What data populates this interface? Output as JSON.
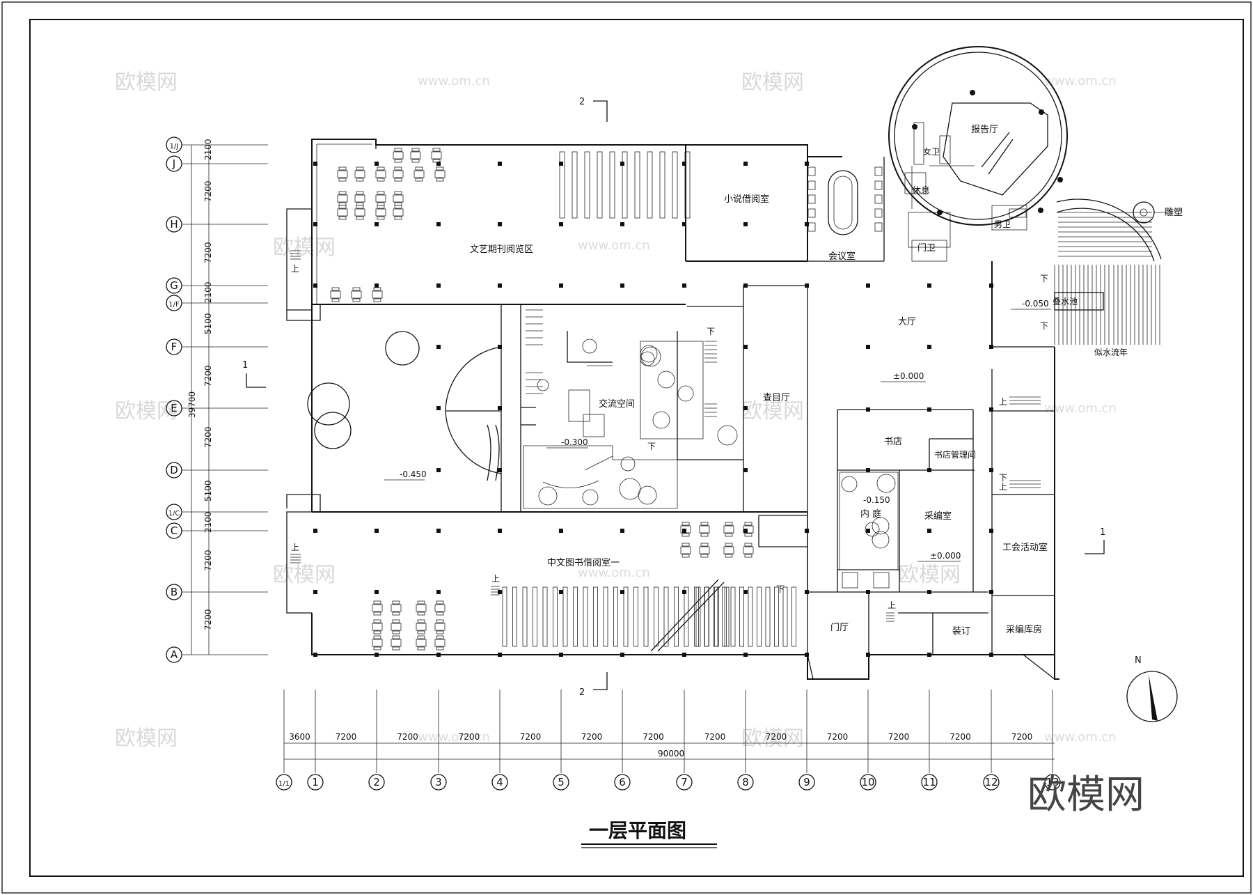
{
  "drawing": {
    "title": "一层平面图",
    "logo": "欧模网",
    "watermarks": [
      "欧模网",
      "www.om.cn"
    ],
    "north": "N",
    "total_dimension": "90000",
    "vertical_total": "39700"
  },
  "rooms": [
    {
      "id": "periodical",
      "name": "文艺期刊阅览区"
    },
    {
      "id": "novel",
      "name": "小说借阅室"
    },
    {
      "id": "meeting",
      "name": "会议室"
    },
    {
      "id": "rest",
      "name": "休息"
    },
    {
      "id": "report",
      "name": "报告厅"
    },
    {
      "id": "women-wc",
      "name": "女卫"
    },
    {
      "id": "men-wc",
      "name": "男卫"
    },
    {
      "id": "guard",
      "name": "门卫"
    },
    {
      "id": "sculpture",
      "name": "雕塑"
    },
    {
      "id": "hall",
      "name": "大厅"
    },
    {
      "id": "exchange",
      "name": "交流空间"
    },
    {
      "id": "catalog",
      "name": "查目厅"
    },
    {
      "id": "bookstore",
      "name": "书店"
    },
    {
      "id": "bookstore-mgmt",
      "name": "书店管理间"
    },
    {
      "id": "courtyard",
      "name": "内 庭"
    },
    {
      "id": "acquisition",
      "name": "采编室"
    },
    {
      "id": "union",
      "name": "工会活动室"
    },
    {
      "id": "chinese-reading",
      "name": "中文图书借阅室一"
    },
    {
      "id": "foyer",
      "name": "门厅"
    },
    {
      "id": "binding",
      "name": "装订"
    },
    {
      "id": "storage",
      "name": "采编库房"
    },
    {
      "id": "pool",
      "name": "叠水池"
    },
    {
      "id": "waterfall",
      "name": "似水流年"
    }
  ],
  "levels": [
    "±0.000",
    "-0.050",
    "-0.300",
    "-0.450",
    "-0.150",
    "±0.000"
  ],
  "stair_marks": {
    "up": "上",
    "down": "下"
  },
  "section_marks": {
    "s1": "1",
    "s2": "2"
  },
  "axes_rows": [
    "1/J",
    "J",
    "H",
    "G",
    "1/F",
    "F",
    "E",
    "D",
    "1/C",
    "C",
    "B",
    "A"
  ],
  "axes_cols": [
    "1/1",
    "1",
    "2",
    "3",
    "4",
    "5",
    "6",
    "7",
    "8",
    "9",
    "10",
    "11",
    "12",
    "13"
  ],
  "dims_rows": [
    "2100",
    "7200",
    "7200",
    "2100",
    "5100",
    "7200",
    "7200",
    "5100",
    "2100",
    "7200",
    "7200"
  ],
  "dims_cols": [
    "3600",
    "7200",
    "7200",
    "7200",
    "7200",
    "7200",
    "7200",
    "7200",
    "7200",
    "7200",
    "7200",
    "7200",
    "7200"
  ]
}
